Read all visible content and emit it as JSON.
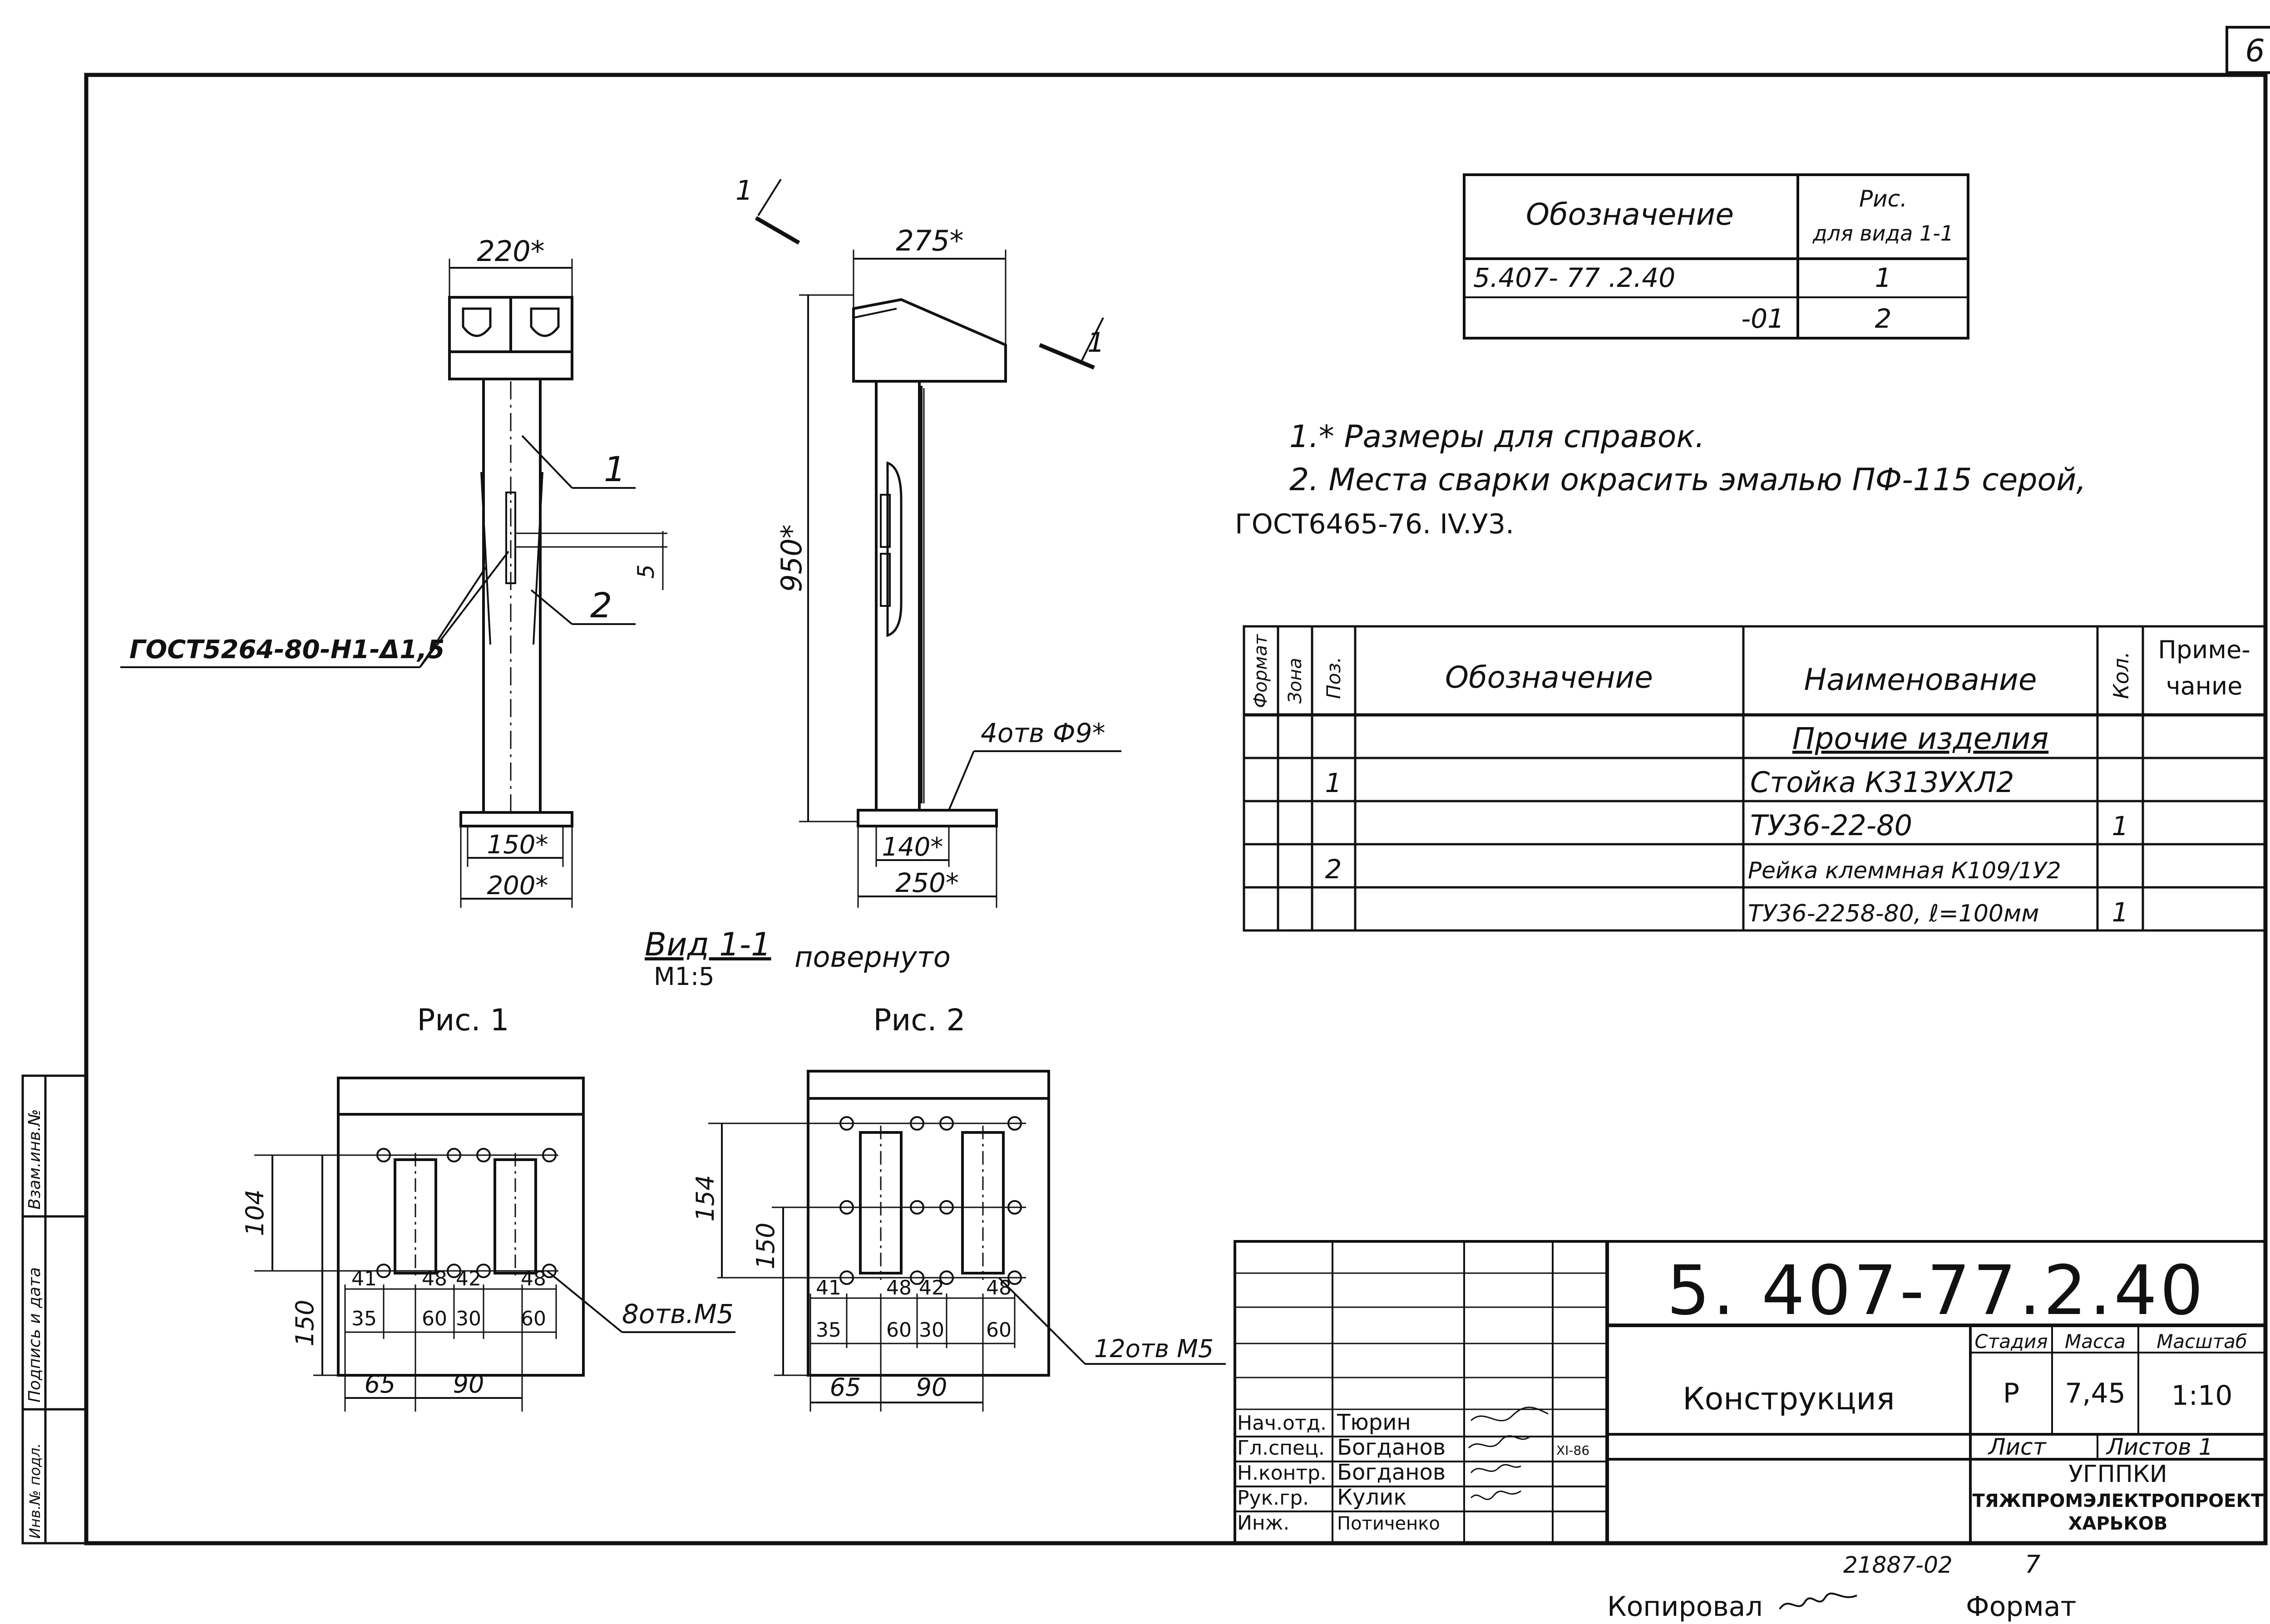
{
  "sheet_number": "6",
  "ref_table": {
    "headers": [
      "Обозначение",
      "Рис.",
      "для вида 1-1"
    ],
    "rows": [
      [
        "5.407- 77 .2.40",
        "1"
      ],
      [
        "-01",
        "2"
      ]
    ]
  },
  "notes": {
    "line1": "1.* Размеры для справок.",
    "line2": "2. Места сварки окрасить эмалью ПФ-115 серой,",
    "line3": "ГОСТ6465-76. IV.У3."
  },
  "spec_table": {
    "headers": {
      "format": "Формат",
      "zone": "Зона",
      "pos": "Поз.",
      "designation": "Обозначение",
      "name": "Наименование",
      "qty": "Кол.",
      "note1": "Приме-",
      "note2": "чание"
    },
    "section": "Прочие изделия",
    "rows": [
      {
        "pos": "1",
        "name": "Стойка К313УХЛ2",
        "qty": ""
      },
      {
        "pos": "",
        "name": "ТУ36-22-80",
        "qty": "1"
      },
      {
        "pos": "2",
        "name": "Рейка клеммная К109/1У2",
        "qty": ""
      },
      {
        "pos": "",
        "name": "ТУ36-2258-80, ℓ=100мм",
        "qty": "1"
      }
    ]
  },
  "front_view": {
    "dim_top": "220*",
    "dim_bottom_inner": "150*",
    "dim_bottom_outer": "200*",
    "leader1": "1",
    "leader2": "2",
    "dim_small": "5",
    "weld_note": "ГОСТ5264-80-Н1-Δ1,5"
  },
  "side_view": {
    "dim_top": "275*",
    "dim_height": "950*",
    "dim_base_inner": "140*",
    "dim_base_outer": "250*",
    "holes_note": "4отв Ф9*",
    "section_mark": "1"
  },
  "view_title": {
    "label": "Вид 1-1",
    "scale": "М1:5",
    "rotated": "повернуто"
  },
  "fig1": {
    "title": "Рис. 1",
    "dims": {
      "d104": "104",
      "d150": "150",
      "d41": "41",
      "d48a": "48",
      "d42": "42",
      "d48b": "48",
      "d35": "35",
      "d60a": "60",
      "d30": "30",
      "d60b": "60",
      "d65": "65",
      "d90": "90"
    },
    "holes_note": "8отв.М5"
  },
  "fig2": {
    "title": "Рис. 2",
    "dims": {
      "d154": "154",
      "d150": "150",
      "d41": "41",
      "d48a": "48",
      "d42": "42",
      "d48b": "48",
      "d35": "35",
      "d60a": "60",
      "d30": "30",
      "d60b": "60",
      "d65": "65",
      "d90": "90"
    },
    "holes_note": "12отв М5"
  },
  "title_block": {
    "doc_number": "5. 407-77.2.40",
    "name": "Конструкция",
    "stage_label": "Стадия",
    "mass_label": "Масса",
    "scale_label": "Масштаб",
    "stage": "Р",
    "mass": "7,45",
    "scale": "1:10",
    "sheet_label": "Лист",
    "sheets_label": "Листов 1",
    "org1": "УГППКИ",
    "org2": "ТЯЖПРОМЭЛЕКТРОПРОЕКТ",
    "org3": "ХАРЬКОВ",
    "date": "XI-86",
    "staff": [
      {
        "role": "Нач.отд.",
        "name": "Тюрин"
      },
      {
        "role": "Гл.спец.",
        "name": "Богданов"
      },
      {
        "role": "Н.контр.",
        "name": "Богданов"
      },
      {
        "role": "Рук.гр.",
        "name": "Кулик"
      },
      {
        "role": "Инж.",
        "name": "Потиченко"
      }
    ]
  },
  "side_stamp": {
    "cell1": "Взам.инв.№",
    "cell2": "Подпись и дата",
    "cell3": "Инв.№ подл."
  },
  "footer": {
    "number": "21887-02",
    "page": "7",
    "copied": "Копировал",
    "format": "Формат"
  }
}
